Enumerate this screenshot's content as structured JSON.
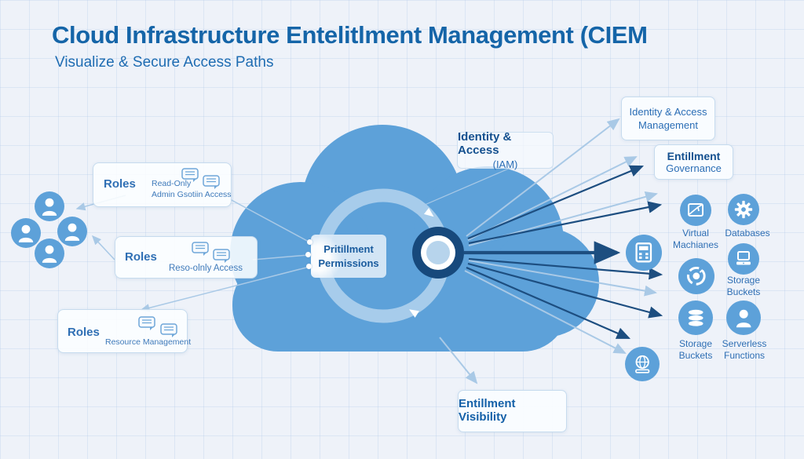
{
  "header": {
    "title": "Cloud Infrastructure Entelitlment Management (CIEM",
    "subtitle": "Visualize & Secure Access Paths"
  },
  "roles_boxes": [
    {
      "title": "Roles",
      "line1": "Read-Only",
      "line2": "Admin Gsotiin Access"
    },
    {
      "title": "Roles",
      "line1": "",
      "line2": "Reso-olnly Access"
    },
    {
      "title": "Roles",
      "line1": "",
      "line2": "Resource Management"
    }
  ],
  "users": {
    "icon": "user-icon",
    "count": 4
  },
  "cloud": {
    "permissions_line1": "Pritillment",
    "permissions_line2": "Permissions",
    "iam_line1": "Identity & Access",
    "iam_line2": "(IAM)"
  },
  "callouts": {
    "iam_management": "Identity & Access\nManagement",
    "governance_title": "Entillment",
    "governance_sub": "Governance",
    "visibility": "Entillment Visibility"
  },
  "services": [
    {
      "icon": "virtual-machines-icon",
      "label": "Virtual\nMachianes"
    },
    {
      "icon": "databases-gear-icon",
      "label": "Databases"
    },
    {
      "icon": "calculator-icon",
      "label": ""
    },
    {
      "icon": "lens-icon",
      "label": ""
    },
    {
      "icon": "storage-laptop-icon",
      "label": "Storage\nBuckets"
    },
    {
      "icon": "storage-stack-icon",
      "label": "Storage\nBuckets"
    },
    {
      "icon": "serverless-person-icon",
      "label": "Serverless\nFunctions"
    },
    {
      "icon": "globe-icon",
      "label": ""
    }
  ],
  "colors": {
    "background": "#eef2f9",
    "cloud": "#5da1d9",
    "ring": "#abcfec",
    "hub_dark": "#17497c",
    "arrow_dark": "#1d4e80",
    "arrow_light": "#a9c9e6",
    "title_text": "#1565a8",
    "icon_circle": "#5da1d9"
  }
}
